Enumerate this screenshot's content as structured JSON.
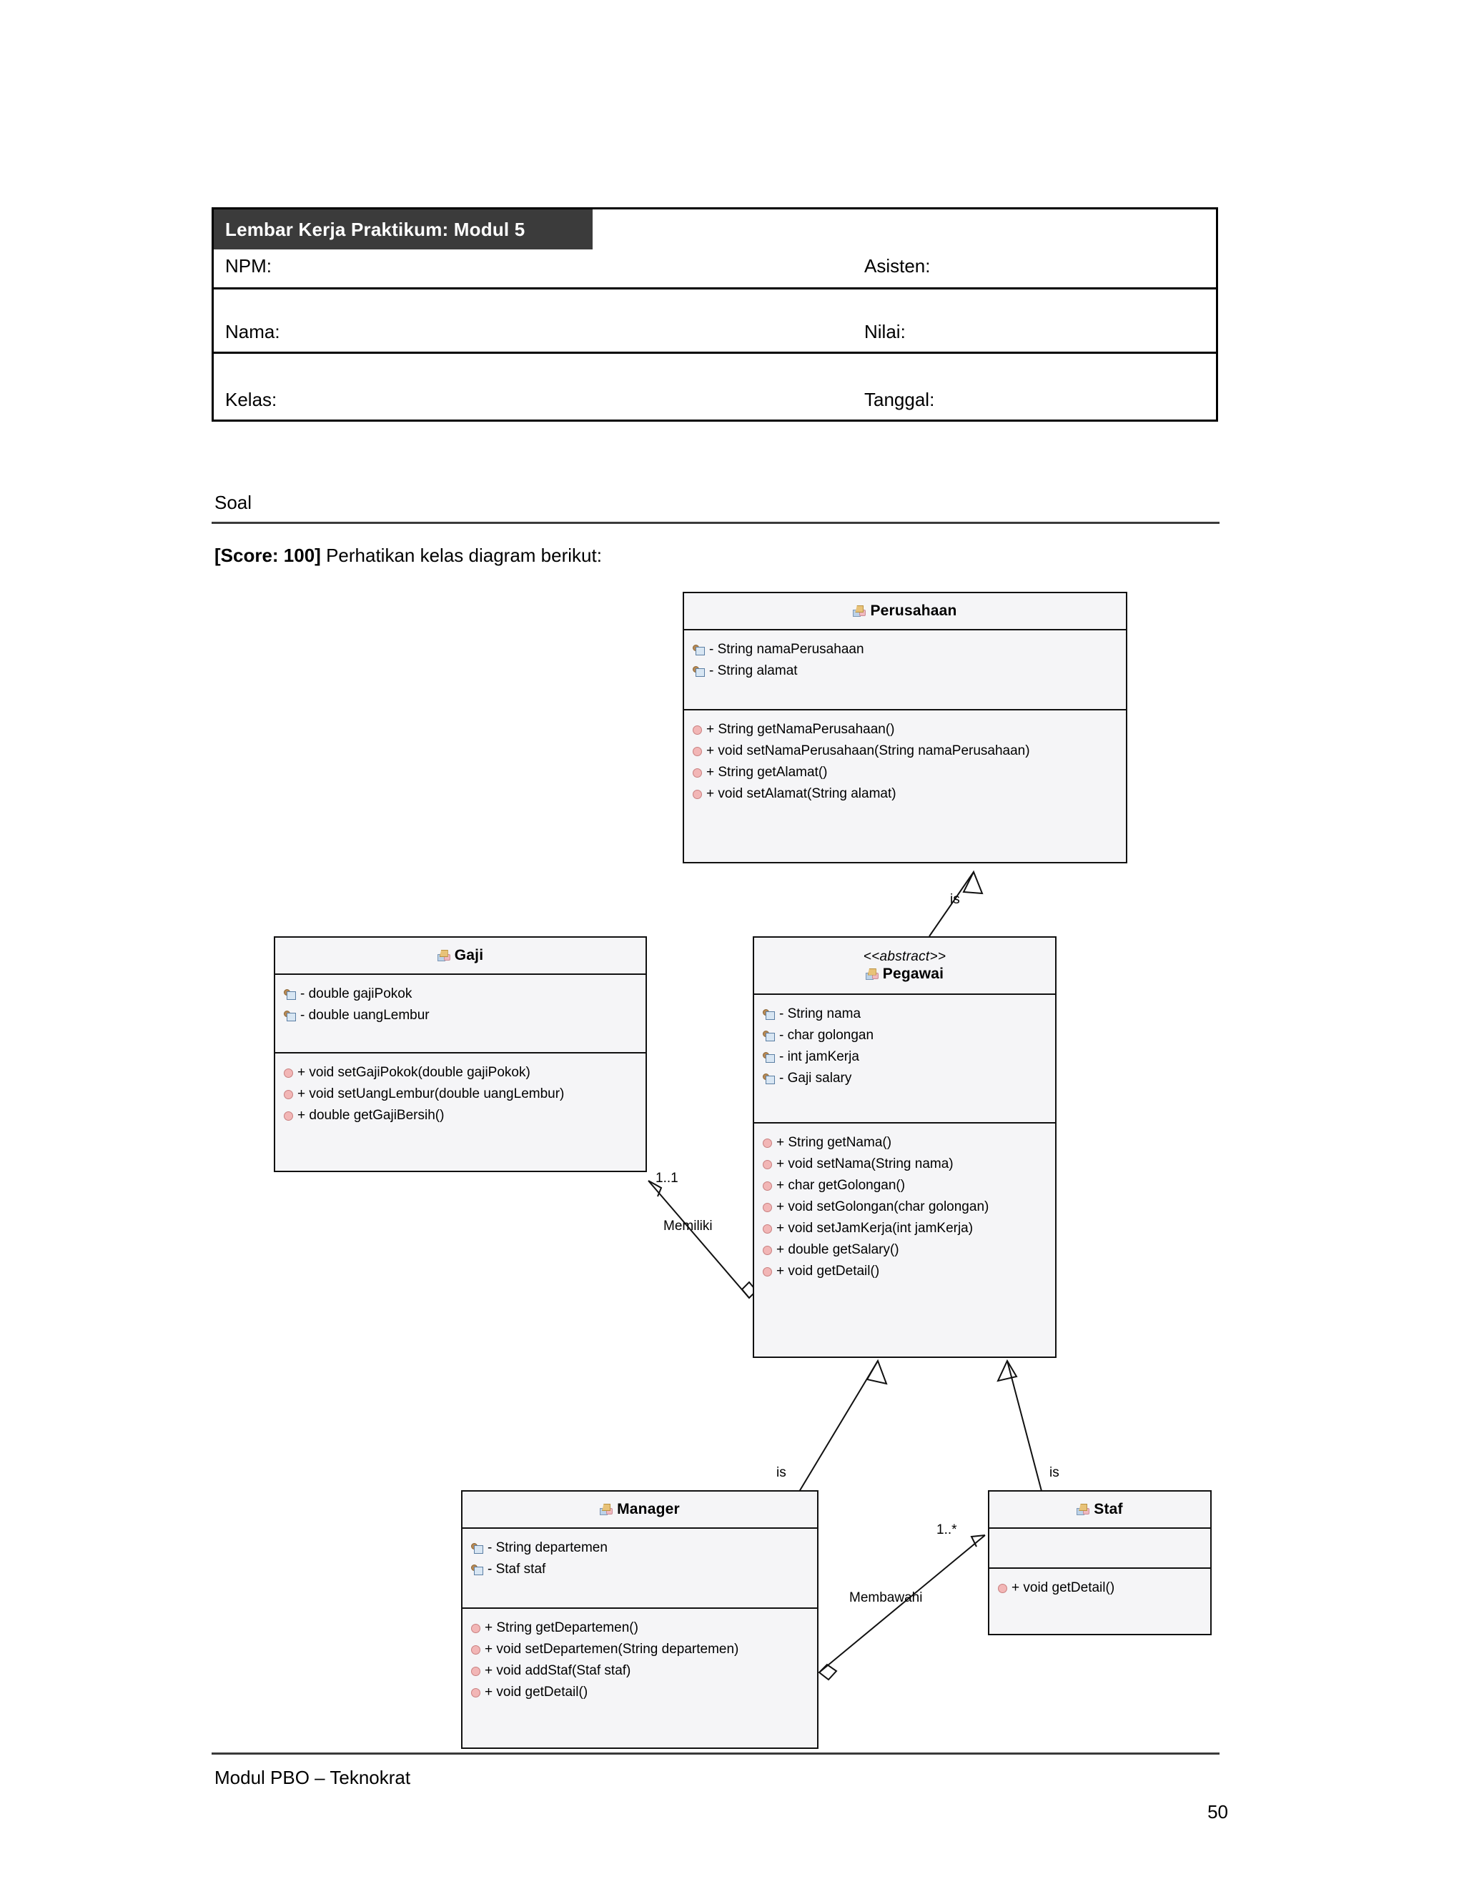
{
  "header": {
    "title": "Lembar Kerja Praktikum: Modul 5",
    "fields": [
      {
        "left": "NPM:",
        "right": "Asisten:"
      },
      {
        "left": "Nama:",
        "right": "Nilai:"
      },
      {
        "left": "Kelas:",
        "right": "Tanggal:"
      }
    ]
  },
  "section": {
    "heading": "Soal",
    "score_label": "[Score: 100]",
    "prompt": "Perhatikan kelas diagram berikut:"
  },
  "diagram": {
    "classes": [
      {
        "name": "Perusahaan",
        "stereotype": "",
        "attributes": [
          "- String namaPerusahaan",
          "- String alamat"
        ],
        "operations": [
          "+ String getNamaPerusahaan()",
          "+ void setNamaPerusahaan(String namaPerusahaan)",
          "+ String getAlamat()",
          "+ void setAlamat(String alamat)"
        ]
      },
      {
        "name": "Gaji",
        "stereotype": "",
        "attributes": [
          "- double gajiPokok",
          "- double uangLembur"
        ],
        "operations": [
          "+ void setGajiPokok(double gajiPokok)",
          "+ void setUangLembur(double uangLembur)",
          "+ double getGajiBersih()"
        ]
      },
      {
        "name": "Pegawai",
        "stereotype": "<<abstract>>",
        "attributes": [
          "- String nama",
          "- char golongan",
          "- int jamKerja",
          "- Gaji salary"
        ],
        "operations": [
          "+ String getNama()",
          "+ void setNama(String nama)",
          "+ char getGolongan()",
          "+ void setGolongan(char golongan)",
          "+ void setJamKerja(int jamKerja)",
          "+ double getSalary()",
          "+ void getDetail()"
        ]
      },
      {
        "name": "Manager",
        "stereotype": "",
        "attributes": [
          "- String departemen",
          "- Staf staf"
        ],
        "operations": [
          "+ String getDepartemen()",
          "+ void setDepartemen(String departemen)",
          "+ void addStaf(Staf staf)",
          "+ void getDetail()"
        ]
      },
      {
        "name": "Staf",
        "stereotype": "",
        "attributes": [],
        "operations": [
          "+ void getDetail()"
        ]
      }
    ],
    "relationships": [
      {
        "label": "is",
        "from": "Pegawai",
        "to": "Perusahaan",
        "type": "generalization",
        "multiplicity": ""
      },
      {
        "label": "Memiliki",
        "from": "Pegawai",
        "to": "Gaji",
        "type": "composition",
        "multiplicity": "1..1"
      },
      {
        "label": "is",
        "from": "Manager",
        "to": "Pegawai",
        "type": "generalization",
        "multiplicity": ""
      },
      {
        "label": "is",
        "from": "Staf",
        "to": "Pegawai",
        "type": "generalization",
        "multiplicity": ""
      },
      {
        "label": "Membawahi",
        "from": "Manager",
        "to": "Staf",
        "type": "aggregation",
        "multiplicity": "1..*"
      }
    ]
  },
  "footer": {
    "text": "Modul PBO – Teknokrat",
    "page": "50"
  }
}
